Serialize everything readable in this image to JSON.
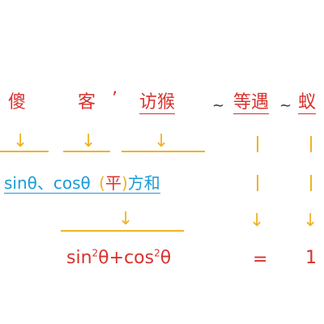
{
  "row1": {
    "sha": "傻",
    "ke": "客",
    "apostrophe": "’",
    "fanghou": "访猴",
    "tilde1": "~",
    "dengyu": "等遇",
    "tilde2": "~",
    "yi": "蚁"
  },
  "arrow": "↓",
  "bar": "|",
  "row3": {
    "sin_cos": "sinθ、cosθ",
    "ping_open": "(",
    "ping": "平",
    "ping_close": ")",
    "fanghe": "方和"
  },
  "row5": {
    "sin": "sin",
    "sq": "2",
    "theta_plus_cos": "θ+cos",
    "theta": "θ",
    "equals": "=",
    "one": "1"
  },
  "colors": {
    "red": "#d8322e",
    "gold": "#f0b323",
    "blue": "#1a9bd7"
  }
}
